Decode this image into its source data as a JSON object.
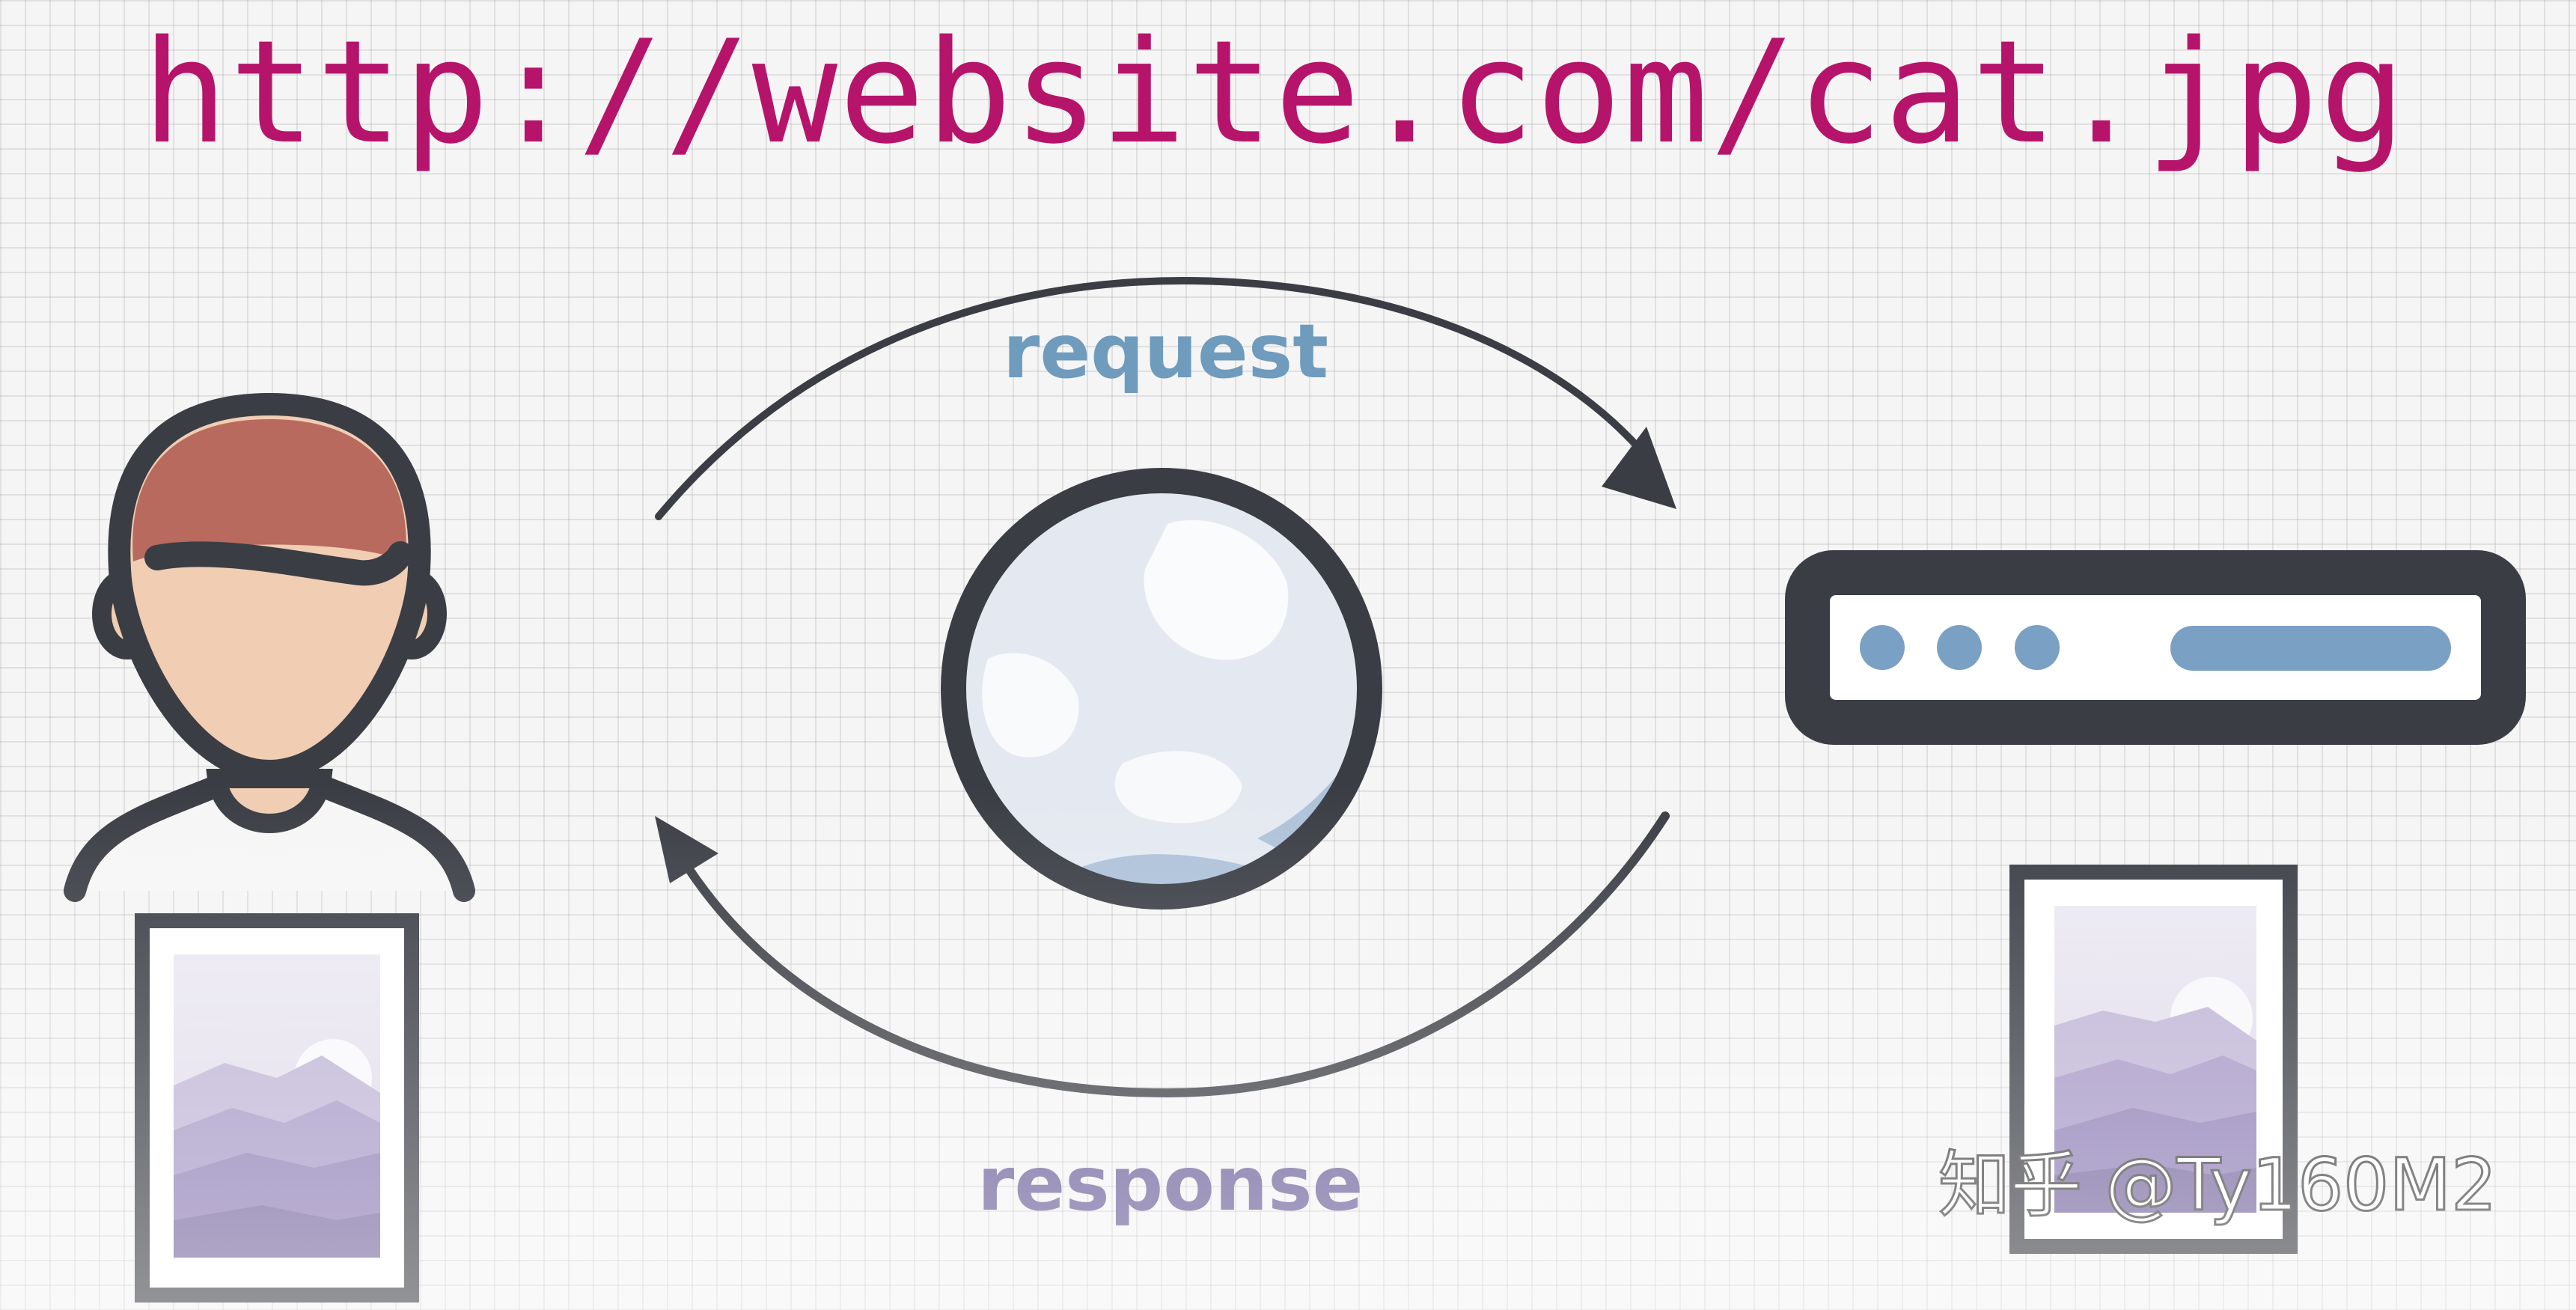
{
  "url": "http://website.com/cat.jpg",
  "request_label": "request",
  "response_label": "response",
  "watermark": "知乎 @Ty160M2",
  "colors": {
    "url": "#b5146a",
    "request": "#6f9bbd",
    "response": "#6b5e99",
    "outline": "#3a3d44",
    "hair": "#b86a5e",
    "skin": "#f0cdb3",
    "server_accent": "#7aa0c4",
    "globe_land": "#aec2d9"
  },
  "icons": [
    "user-icon",
    "globe-icon",
    "server-icon",
    "image-icon",
    "request-arrow-icon",
    "response-arrow-icon"
  ]
}
